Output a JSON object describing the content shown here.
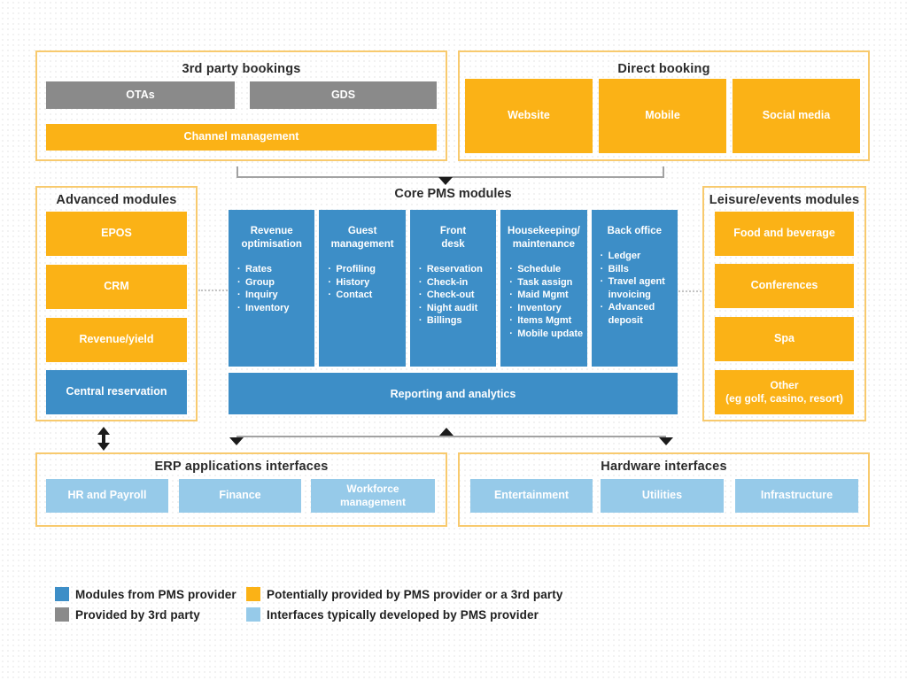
{
  "colors": {
    "blue": "#3D8EC7",
    "orange": "#FBB216",
    "gray": "#8A8A8A",
    "lightblue": "#96CAE9",
    "panelBorder": "#F8CA6E",
    "connector": "#A2A2A2",
    "arrow": "#1B1B1B",
    "textDark": "#2B2B2B"
  },
  "third_party": {
    "title": "3rd party bookings",
    "ota": "OTAs",
    "gds": "GDS",
    "channel": "Channel management"
  },
  "direct": {
    "title": "Direct booking",
    "boxes": [
      "Website",
      "Mobile",
      "Social media"
    ]
  },
  "advanced": {
    "title": "Advanced modules",
    "boxes": [
      "EPOS",
      "CRM",
      "Revenue/yield",
      "Central reservation"
    ]
  },
  "core": {
    "title": "Core PMS modules",
    "columns": [
      {
        "header_lines": [
          "Revenue",
          "optimisation"
        ],
        "items": [
          "Rates",
          "Group",
          "Inquiry",
          "Inventory"
        ]
      },
      {
        "header_lines": [
          "Guest",
          "management"
        ],
        "items": [
          "Profiling",
          "History",
          "Contact"
        ]
      },
      {
        "header_lines": [
          "Front",
          "desk"
        ],
        "items": [
          "Reservation",
          "Check-in",
          "Check-out",
          "Night audit",
          "Billings"
        ]
      },
      {
        "header_lines": [
          "Housekeeping/",
          "maintenance"
        ],
        "items": [
          "Schedule",
          "Task assign",
          "Maid Mgmt",
          "Inventory",
          "Items Mgmt",
          "Mobile update"
        ]
      },
      {
        "header_lines": [
          "Back office"
        ],
        "items": [
          "Ledger",
          "Bills",
          "Travel agent invoicing",
          "Advanced deposit"
        ]
      }
    ],
    "reporting": "Reporting and analytics"
  },
  "leisure": {
    "title": "Leisure/events modules",
    "boxes": [
      "Food and beverage",
      "Conferences",
      "Spa"
    ],
    "other_lines": [
      "Other",
      "(eg golf, casino, resort)"
    ]
  },
  "erp": {
    "title": "ERP applications interfaces",
    "boxes": [
      "HR and Payroll",
      "Finance",
      "Workforce management"
    ]
  },
  "hardware": {
    "title": "Hardware interfaces",
    "boxes": [
      "Entertainment",
      "Utilities",
      "Infrastructure"
    ]
  },
  "legend": {
    "items": [
      {
        "color": "#3D8EC7",
        "label": "Modules from PMS provider"
      },
      {
        "color": "#FBB216",
        "label": "Potentially provided by PMS provider or a 3rd party"
      },
      {
        "color": "#8A8A8A",
        "label": "Provided by 3rd party"
      },
      {
        "color": "#96CAE9",
        "label": "Interfaces typically developed by PMS provider"
      }
    ]
  }
}
